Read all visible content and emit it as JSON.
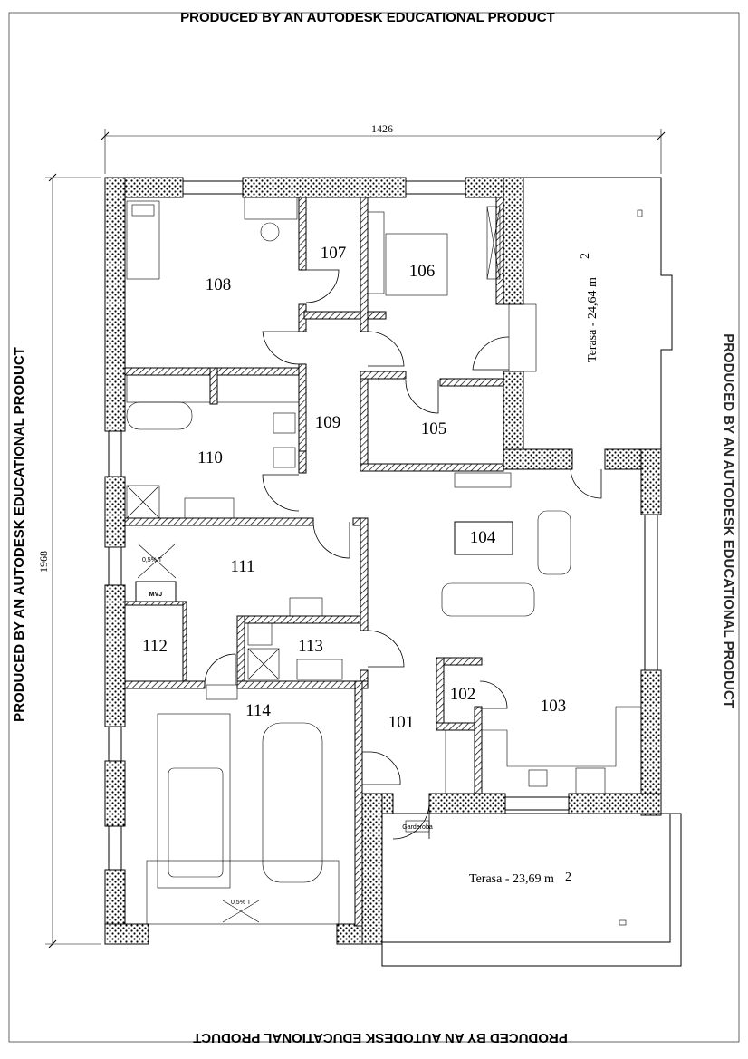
{
  "watermark": {
    "top": "PRODUCED BY AN AUTODESK EDUCATIONAL PRODUCT",
    "left": "PRODUCED BY AN AUTODESK EDUCATIONAL PRODUCT",
    "right": "PRODUCED BY AN AUTODESK EDUCATIONAL PRODUCT",
    "bottom": "PRODUCED BY AN AUTODESK EDUCATIONAL PRODUCT"
  },
  "dimensions": {
    "width": "1426",
    "height": "1968"
  },
  "rooms": {
    "r101": "101",
    "r102": "102",
    "r103": "103",
    "r104": "104",
    "r105": "105",
    "r106": "106",
    "r107": "107",
    "r108": "108",
    "r109": "109",
    "r110": "110",
    "r111": "111",
    "r112": "112",
    "r113": "113",
    "r114": "114"
  },
  "terraces": {
    "east": "Terasa - 24,64 m",
    "east_sup": "2",
    "south": "Terasa - 23,69 m",
    "south_sup": "2"
  },
  "fixtures": {
    "mvj": "MVJ",
    "drain1": "0,5% T",
    "drain2": "0,5% T",
    "garderoba": "Garderoba"
  }
}
